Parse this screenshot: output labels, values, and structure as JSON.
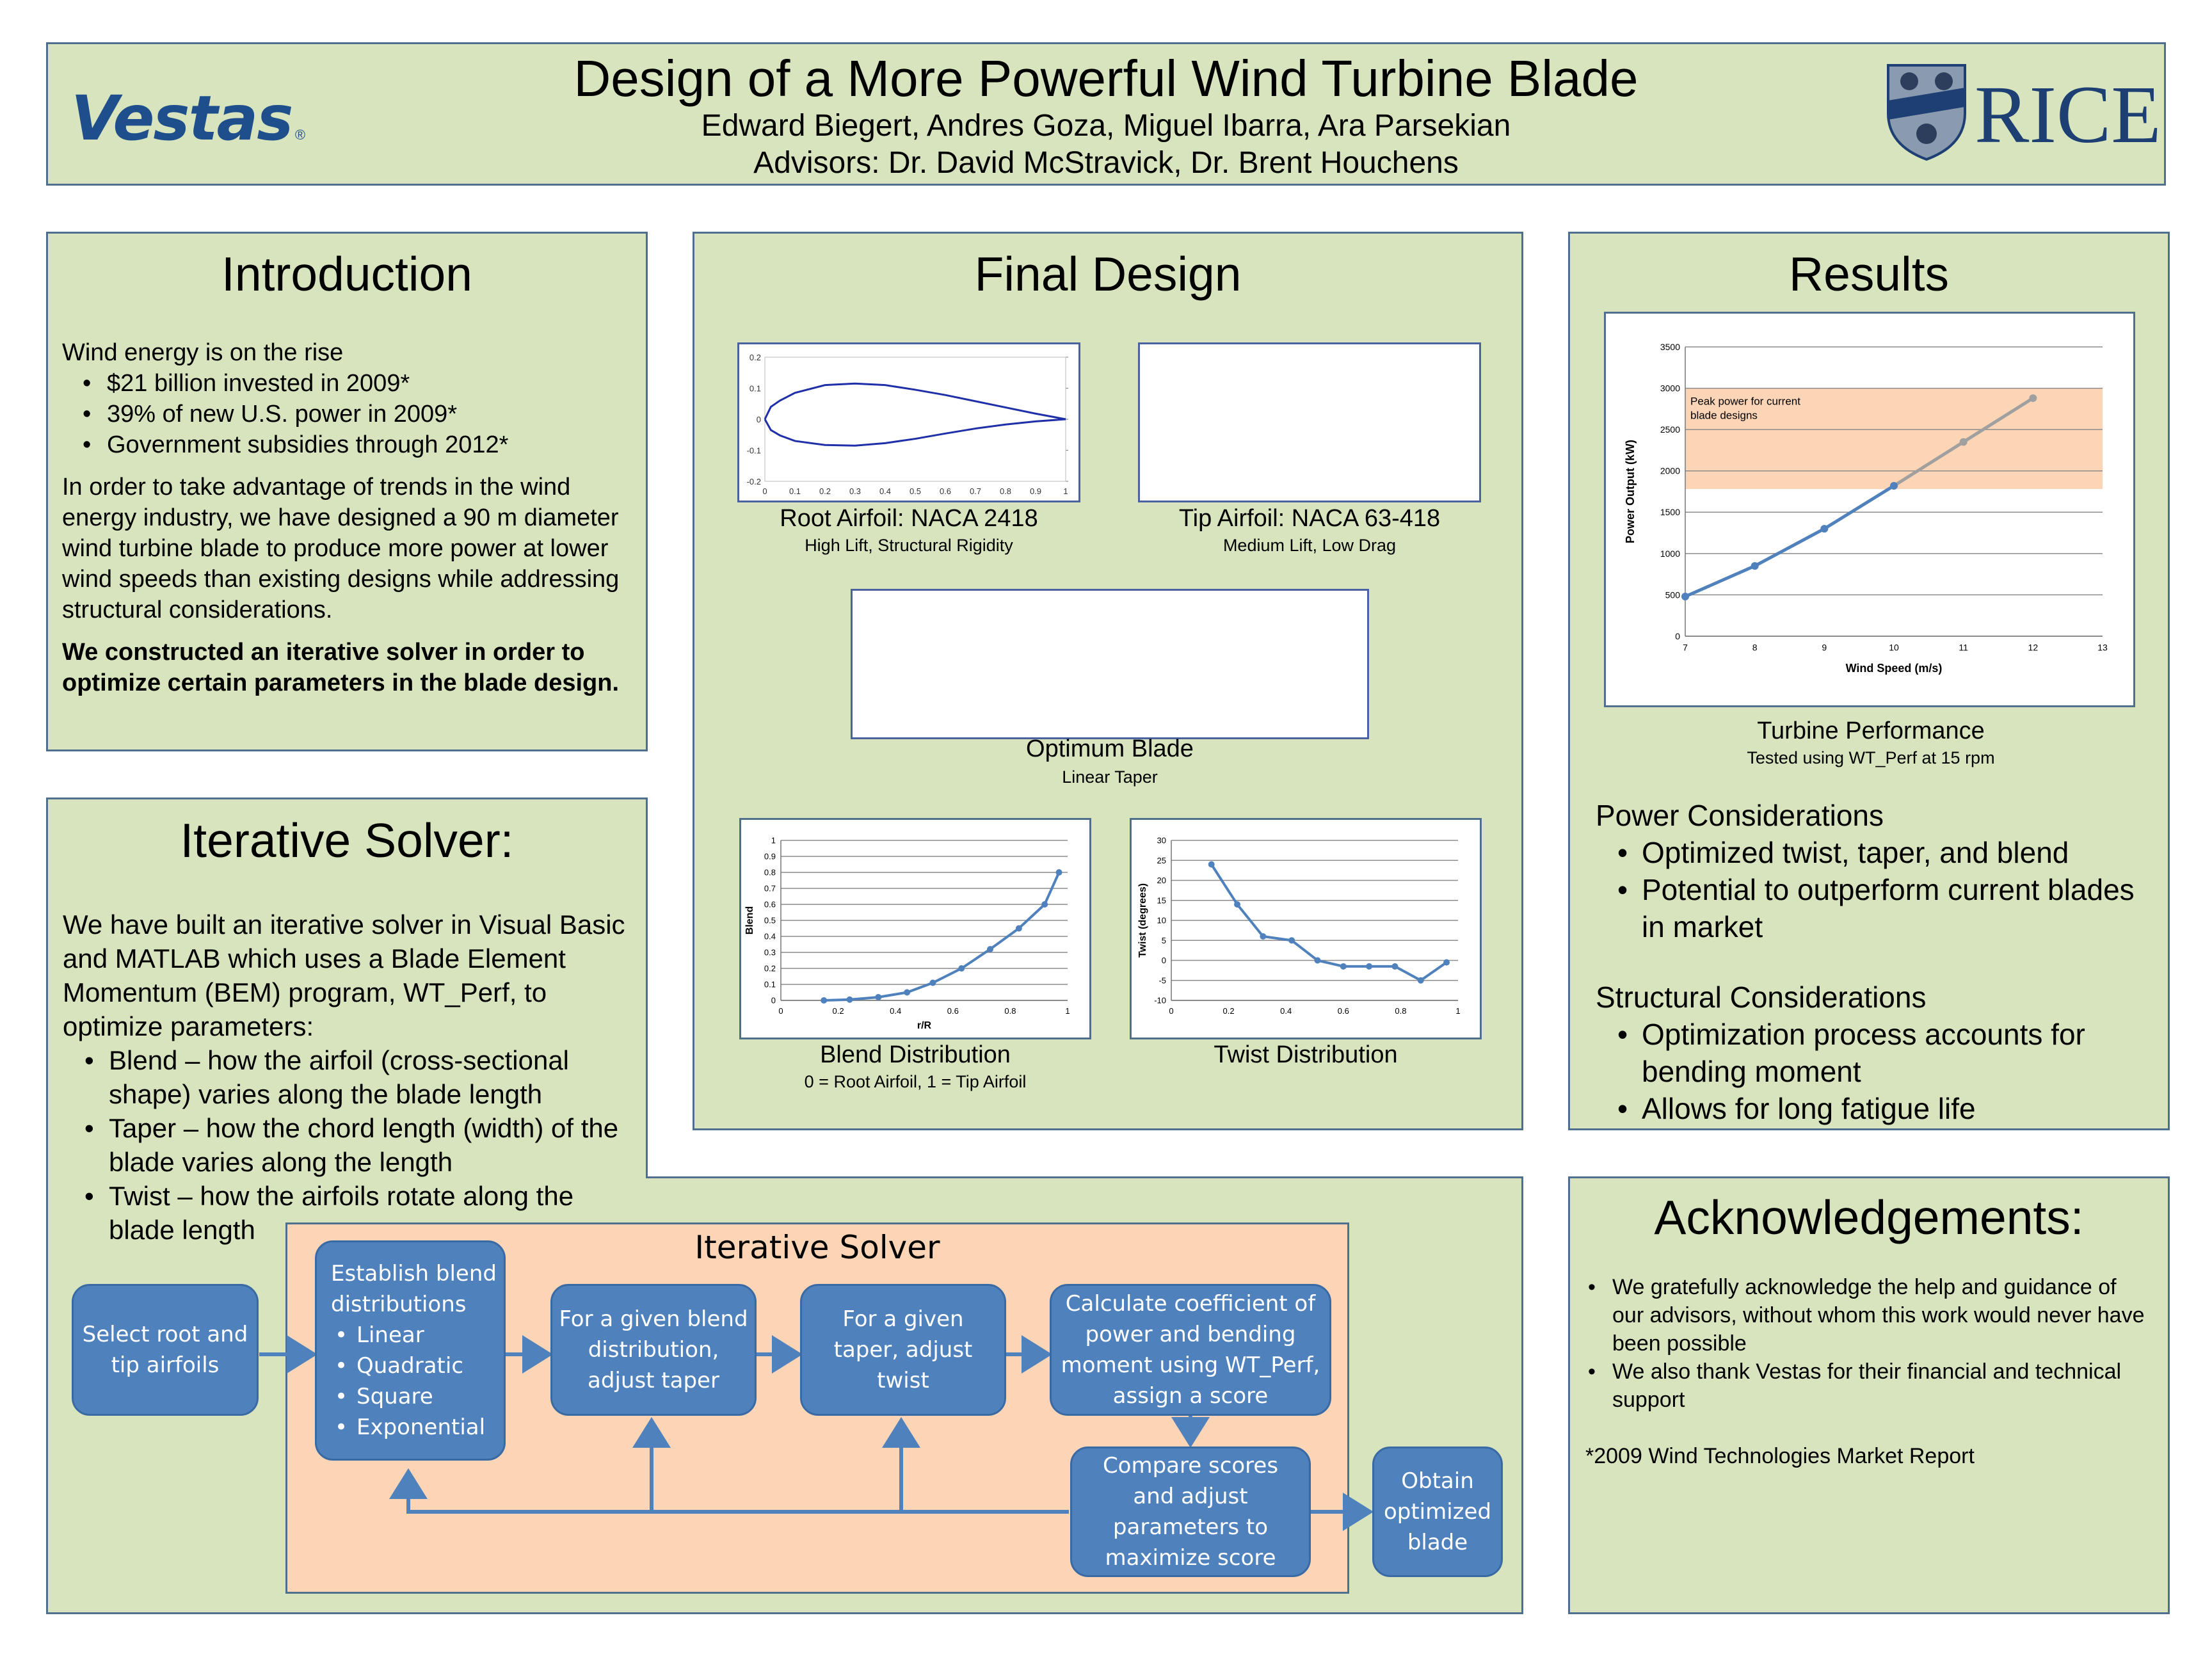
{
  "header": {
    "title": "Design of a More Powerful Wind Turbine Blade",
    "authors": "Edward Biegert, Andres Goza, Miguel Ibarra, Ara Parsekian",
    "advisors": "Advisors: Dr. David McStravick, Dr. Brent Houchens",
    "logo_left": "Vestas",
    "logo_right": "RICE"
  },
  "introduction": {
    "title": "Introduction",
    "lead": "Wind energy is on the rise",
    "bullets": [
      "$21 billion invested in 2009*",
      "39% of new U.S. power in 2009*",
      "Government subsidies through 2012*"
    ],
    "paragraph": "In order to take advantage  of trends in the wind energy industry, we have designed a 90 m diameter wind turbine blade to produce more power at lower wind speeds than existing designs while addressing structural considerations.",
    "bold": "We constructed an iterative solver in order to optimize certain parameters in the blade design."
  },
  "solver": {
    "title": "Iterative Solver:",
    "paragraph": "We have built an iterative solver in Visual Basic and MATLAB which uses a Blade Element Momentum (BEM) program, WT_Perf, to  optimize parameters:",
    "bullets": [
      "Blend – how the airfoil (cross-sectional shape) varies along the blade length",
      "Taper – how the chord length (width) of the blade varies along the length",
      "Twist – how the airfoils rotate along the blade length"
    ]
  },
  "flowchart": {
    "title": "Iterative Solver",
    "select": "Select root and tip airfoils",
    "establish_title": "Establish blend distributions",
    "establish_items": [
      "Linear",
      "Quadratic",
      "Square",
      "Exponential"
    ],
    "blend": "For a given blend distribution, adjust taper",
    "taper": "For a given taper, adjust twist",
    "calc": "Calculate coefficient of power and bending moment using WT_Perf, assign a score",
    "compare": "Compare scores and adjust parameters to maximize score",
    "obtain": "Obtain optimized blade"
  },
  "final_design": {
    "title": "Final Design",
    "root_caption": "Root Airfoil: NACA 2418",
    "root_sub": "High Lift, Structural Rigidity",
    "tip_caption": "Tip Airfoil: NACA 63-418",
    "tip_sub": "Medium Lift, Low Drag",
    "blade_caption": "Optimum Blade",
    "blade_sub": "Linear Taper",
    "blend_caption": "Blend Distribution",
    "blend_sub": "0 = Root Airfoil, 1 = Tip Airfoil",
    "twist_caption": "Twist Distribution"
  },
  "results": {
    "title": "Results",
    "chart_caption": "Turbine Performance",
    "chart_sub": "Tested using WT_Perf at 15 rpm",
    "power_title": "Power Considerations",
    "power_bullets": [
      "Optimized twist, taper, and blend",
      "Potential to outperform current blades in market"
    ],
    "struct_title": "Structural Considerations",
    "struct_bullets": [
      "Optimization process accounts for bending moment",
      "Allows for long fatigue life"
    ]
  },
  "acknowledgements": {
    "title": "Acknowledgements:",
    "bullets": [
      "We gratefully acknowledge the help and guidance of our advisors, without whom this work would never have been possible",
      "We also  thank Vestas for their financial and technical support"
    ],
    "footnote": "*2009 Wind Technologies Market Report"
  },
  "colors": {
    "panel": "#d7e4bd",
    "border": "#4f6f8f",
    "flow_box": "#4f81bd",
    "flow_bg": "#fbd5b5",
    "vestas": "#1f4e8c",
    "rice": "#1d3f73",
    "chart_line": "#4f81bd"
  },
  "chart_data": [
    {
      "type": "line",
      "name": "root-airfoil",
      "x_ticks": [
        0,
        0.1,
        0.2,
        0.3,
        0.4,
        0.5,
        0.6,
        0.7,
        0.8,
        0.9,
        1
      ],
      "y_ticks": [
        -0.2,
        -0.1,
        0,
        0.1,
        0.2
      ],
      "xlim": [
        0,
        1
      ],
      "ylim": [
        -0.2,
        0.2
      ],
      "x": [
        0,
        0.02,
        0.05,
        0.1,
        0.2,
        0.3,
        0.4,
        0.5,
        0.6,
        0.7,
        0.8,
        0.9,
        1
      ],
      "upper": [
        0,
        0.04,
        0.06,
        0.085,
        0.11,
        0.115,
        0.11,
        0.095,
        0.078,
        0.058,
        0.038,
        0.018,
        0
      ],
      "lower": [
        0,
        -0.035,
        -0.052,
        -0.07,
        -0.083,
        -0.085,
        -0.077,
        -0.063,
        -0.046,
        -0.03,
        -0.017,
        -0.007,
        0
      ]
    },
    {
      "type": "line",
      "name": "blend-distribution",
      "xlabel": "r/R",
      "ylabel": "Blend",
      "xlim": [
        0,
        1
      ],
      "ylim": [
        0,
        1
      ],
      "x_ticks": [
        0,
        0.2,
        0.4,
        0.6,
        0.8,
        1
      ],
      "y_ticks": [
        0,
        0.1,
        0.2,
        0.3,
        0.4,
        0.5,
        0.6,
        0.7,
        0.8,
        0.9,
        1
      ],
      "x": [
        0.15,
        0.24,
        0.34,
        0.44,
        0.53,
        0.63,
        0.73,
        0.83,
        0.92,
        0.97
      ],
      "y": [
        0,
        0.005,
        0.02,
        0.05,
        0.11,
        0.2,
        0.32,
        0.45,
        0.6,
        0.8
      ]
    },
    {
      "type": "line",
      "name": "twist-distribution",
      "xlabel": "",
      "ylabel": "Twist (degrees)",
      "xlim": [
        0,
        1
      ],
      "ylim": [
        -10,
        30
      ],
      "x_ticks": [
        0,
        0.2,
        0.4,
        0.6,
        0.8,
        1
      ],
      "y_ticks": [
        -10,
        -5,
        0,
        5,
        10,
        15,
        20,
        25,
        30
      ],
      "x": [
        0.14,
        0.23,
        0.32,
        0.42,
        0.51,
        0.6,
        0.69,
        0.78,
        0.87,
        0.96
      ],
      "y": [
        24,
        14,
        6,
        5,
        0,
        -1.5,
        -1.5,
        -1.5,
        -5,
        -0.5
      ]
    },
    {
      "type": "line",
      "name": "turbine-performance",
      "xlabel": "Wind Speed (m/s)",
      "ylabel": "Power Output (kW)",
      "xlim": [
        7,
        13
      ],
      "ylim": [
        0,
        3500
      ],
      "x_ticks": [
        7,
        8,
        9,
        10,
        11,
        12,
        13
      ],
      "y_ticks": [
        0,
        500,
        1000,
        1500,
        2000,
        2500,
        3000,
        3500
      ],
      "x": [
        7,
        8,
        9,
        10,
        11,
        12
      ],
      "y": [
        480,
        850,
        1300,
        1820,
        2350,
        2880
      ],
      "band": [
        1780,
        3000
      ],
      "band_label": "Peak power for current blade designs"
    }
  ]
}
